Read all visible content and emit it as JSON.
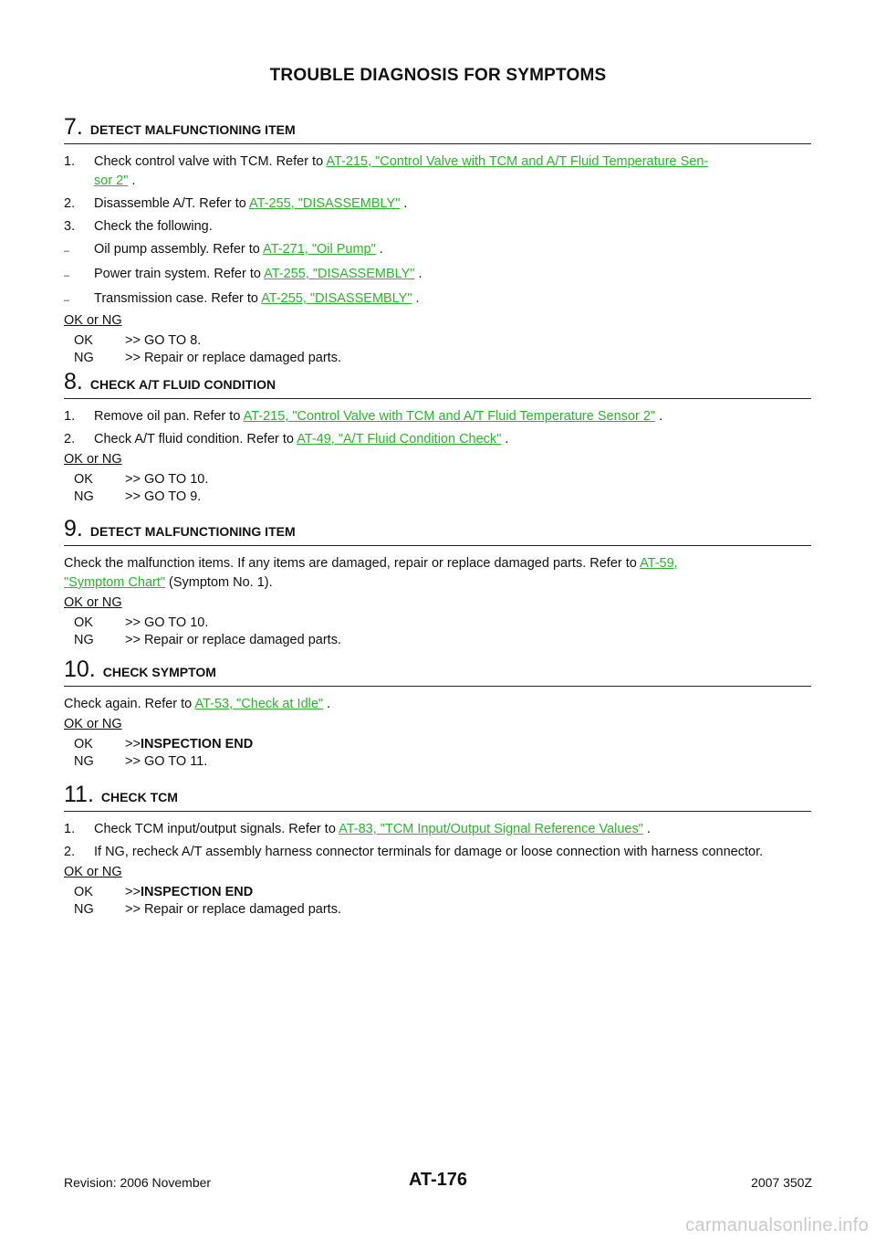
{
  "header": {
    "title": "TROUBLE DIAGNOSIS FOR SYMPTOMS"
  },
  "steps": [
    {
      "num": "7.",
      "title": "DETECT MALFUNCTIONING ITEM",
      "items": [
        {
          "prefix": "1.",
          "text": "Check control valve with TCM. Refer to ",
          "link_a": "AT-215, \"Control Valve with TCM and A/T Fluid Temperature Sen-",
          "link_b": "sor 2\"",
          "suffix": " ."
        },
        {
          "prefix": "2.",
          "text": "Disassemble A/T. Refer to ",
          "link": "AT-255, \"DISASSEMBLY\"",
          "suffix": " ."
        },
        {
          "prefix": "3.",
          "text": "Check the following."
        },
        {
          "prefix": "–",
          "text": "Oil pump assembly. Refer to ",
          "link": "AT-271, \"Oil Pump\"",
          "suffix": " ."
        },
        {
          "prefix": "–",
          "text": "Power train system. Refer to ",
          "link": "AT-255, \"DISASSEMBLY\"",
          "suffix": " ."
        },
        {
          "prefix": "–",
          "text": "Transmission case. Refer to ",
          "link": "AT-255, \"DISASSEMBLY\"",
          "suffix": " ."
        }
      ],
      "okng": "OK or NG",
      "ok_label": "OK",
      "ok_result": ">> GO TO 8.",
      "ng_label": "NG",
      "ng_result": ">> Repair or replace damaged parts."
    },
    {
      "num": "8.",
      "title": "CHECK A/T FLUID CONDITION",
      "items": [
        {
          "prefix": "1.",
          "text": "Remove oil pan. Refer to ",
          "link": "AT-215, \"Control Valve with TCM and A/T Fluid Temperature Sensor 2\"",
          "suffix": " ."
        },
        {
          "prefix": "2.",
          "text": "Check A/T fluid condition. Refer to ",
          "link": "AT-49, \"A/T Fluid Condition Check\"",
          "suffix": " ."
        }
      ],
      "okng": "OK or NG",
      "ok_label": "OK",
      "ok_result": ">> GO TO 10.",
      "ng_label": "NG",
      "ng_result": ">> GO TO 9."
    },
    {
      "num": "9.",
      "title": "DETECT MALFUNCTIONING ITEM",
      "text": "Check the malfunction items. If any items are damaged, repair or replace damaged parts. Refer to ",
      "link_a": "AT-59,",
      "link_b": "\"Symptom Chart\"",
      "suffix": "  (Symptom No. 1).",
      "okng": "OK or NG",
      "ok_label": "OK",
      "ok_result": ">> GO TO 10.",
      "ng_label": "NG",
      "ng_result": ">> Repair or replace damaged parts."
    },
    {
      "num": "10.",
      "title": "CHECK SYMPTOM",
      "text": "Check again. Refer to ",
      "link": "AT-53, \"Check at Idle\"",
      "suffix": " .",
      "okng": "OK or NG",
      "ok_label": "OK",
      "ok_arrow": ">> ",
      "ok_result": "INSPECTION END",
      "ng_label": "NG",
      "ng_result": ">> GO TO 11."
    },
    {
      "num": "11.",
      "title": "CHECK TCM",
      "items": [
        {
          "prefix": "1.",
          "text": "Check TCM input/output signals. Refer to ",
          "link": "AT-83, \"TCM Input/Output Signal Reference Values\"",
          "suffix": " ."
        },
        {
          "prefix": "2.",
          "text": "If NG, recheck A/T assembly harness connector terminals for damage or loose connection with harness connector."
        }
      ],
      "okng": "OK or NG",
      "ok_label": "OK",
      "ok_arrow": ">> ",
      "ok_result": "INSPECTION END",
      "ng_label": "NG",
      "ng_result": ">> Repair or replace damaged parts."
    }
  ],
  "footer": {
    "revision": "Revision: 2006 November",
    "page": "AT-176",
    "model": "2007 350Z",
    "watermark": "carmanualsonline.info"
  }
}
